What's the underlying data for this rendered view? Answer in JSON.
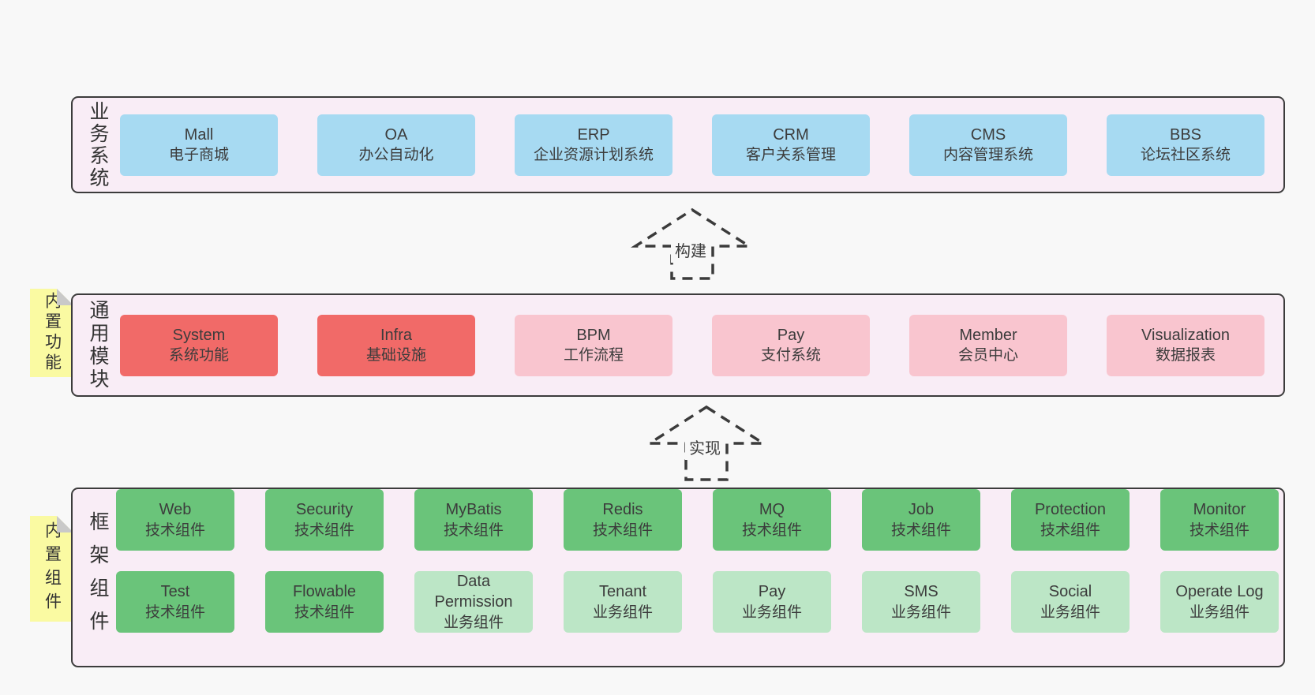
{
  "colors": {
    "page_bg": "#f8f8f8",
    "panel_bg": "#f9edf6",
    "panel_border": "#3c3c3c",
    "blue_box": "#a7daf2",
    "red_box": "#f16a68",
    "pink_box": "#f9c5cf",
    "green_box": "#6ac47a",
    "light_green_box": "#bce6c6",
    "sticky_tag": "#fafaa2",
    "fold": "#c9c9c9"
  },
  "arrows": [
    {
      "label": "构建"
    },
    {
      "label": "实现"
    }
  ],
  "panels": [
    {
      "label": "业务系统",
      "rows": [
        [
          {
            "en": "Mall",
            "zh": "电子商城"
          },
          {
            "en": "OA",
            "zh": "办公自动化"
          },
          {
            "en": "ERP",
            "zh": "企业资源计划系统"
          },
          {
            "en": "CRM",
            "zh": "客户关系管理"
          },
          {
            "en": "CMS",
            "zh": "内容管理系统"
          },
          {
            "en": "BBS",
            "zh": "论坛社区系统"
          }
        ]
      ]
    },
    {
      "label": "通用模块",
      "tag": "内置功能",
      "rows": [
        [
          {
            "en": "System",
            "zh": "系统功能"
          },
          {
            "en": "Infra",
            "zh": "基础设施"
          },
          {
            "en": "BPM",
            "zh": "工作流程"
          },
          {
            "en": "Pay",
            "zh": "支付系统"
          },
          {
            "en": "Member",
            "zh": "会员中心"
          },
          {
            "en": "Visualization",
            "zh": "数据报表"
          }
        ]
      ]
    },
    {
      "label": "框架组件",
      "tag": "内置组件",
      "rows": [
        [
          {
            "en": "Web",
            "zh": "技术组件"
          },
          {
            "en": "Security",
            "zh": "技术组件"
          },
          {
            "en": "MyBatis",
            "zh": "技术组件"
          },
          {
            "en": "Redis",
            "zh": "技术组件"
          },
          {
            "en": "MQ",
            "zh": "技术组件"
          },
          {
            "en": "Job",
            "zh": "技术组件"
          },
          {
            "en": "Protection",
            "zh": "技术组件"
          },
          {
            "en": "Monitor",
            "zh": "技术组件"
          }
        ],
        [
          {
            "en": "Test",
            "zh": "技术组件"
          },
          {
            "en": "Flowable",
            "zh": "技术组件"
          },
          {
            "en": "Data\nPermission",
            "zh": "业务组件"
          },
          {
            "en": "Tenant",
            "zh": "业务组件"
          },
          {
            "en": "Pay",
            "zh": "业务组件"
          },
          {
            "en": "SMS",
            "zh": "业务组件"
          },
          {
            "en": "Social",
            "zh": "业务组件"
          },
          {
            "en": "Operate Log",
            "zh": "业务组件"
          }
        ]
      ]
    }
  ]
}
